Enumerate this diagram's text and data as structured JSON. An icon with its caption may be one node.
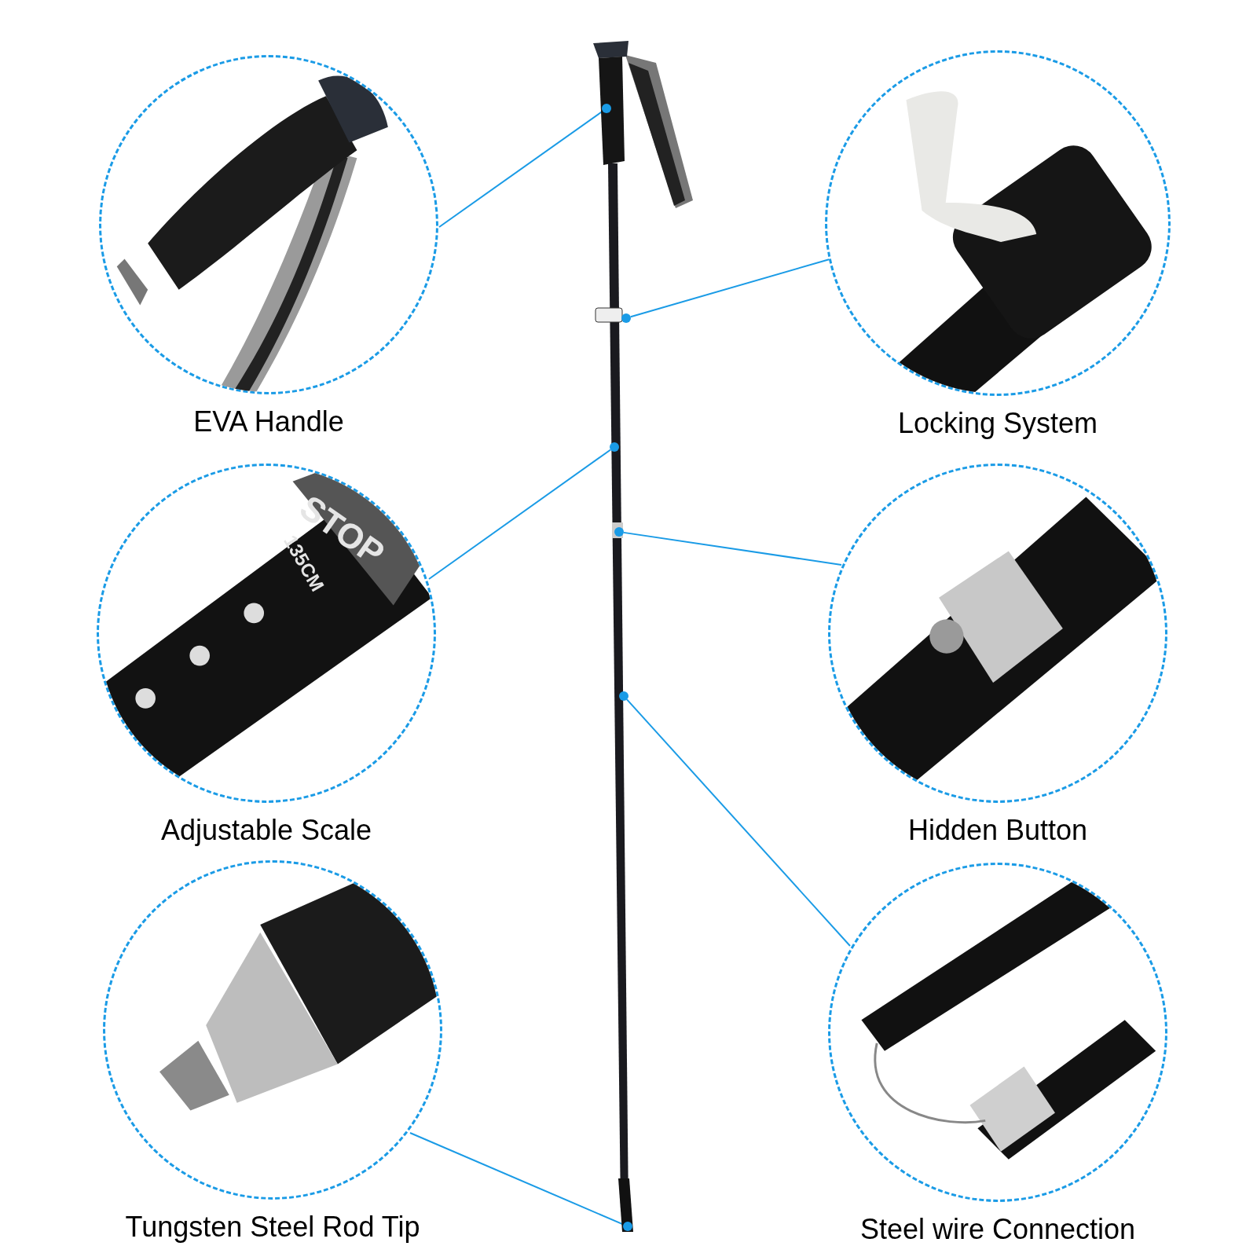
{
  "diagram": {
    "nodes": [
      {
        "text": [
          "EVA Handle"
        ]
      },
      {
        "text": [
          "Locking System"
        ]
      },
      {
        "text": [
          "Adjustable Scale"
        ]
      },
      {
        "text": [
          "Hidden Button"
        ]
      },
      {
        "text": [
          "Tungsten Steel Rod Tip"
        ]
      },
      {
        "text": [
          "Steel wire Connection"
        ]
      },
      {
        "text": [],
        "shape": "picture"
      },
      {
        "text": [],
        "shape": "circle",
        "in": 6
      },
      {
        "text": [],
        "shape": "circle",
        "in": 6
      },
      {
        "text": [],
        "shape": "circle",
        "in": 6
      },
      {
        "text": [],
        "shape": "circle",
        "in": 6
      },
      {
        "text": [],
        "shape": "circle",
        "in": 6
      },
      {
        "text": [],
        "shape": "circle",
        "in": 6
      }
    ],
    "edges": [
      {
        "from": 0,
        "to": 7,
        "arrow": "none"
      },
      {
        "from": 1,
        "to": 8,
        "arrow": "none"
      },
      {
        "from": 2,
        "to": 9,
        "arrow": "none"
      },
      {
        "from": 3,
        "to": 10,
        "arrow": "none"
      },
      {
        "from": 4,
        "to": 12,
        "arrow": "none"
      },
      {
        "from": 5,
        "to": 11,
        "arrow": "none"
      }
    ],
    "labels": [
      "STOP",
      "135CM"
    ]
  }
}
